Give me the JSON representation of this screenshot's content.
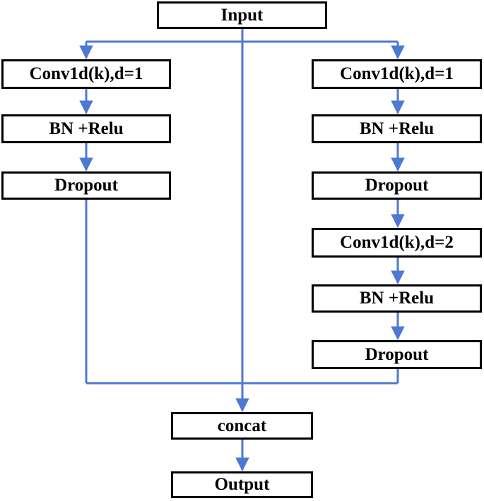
{
  "diagram": {
    "input": "Input",
    "left": [
      "Conv1d(k),d=1",
      "BN +Relu",
      "Dropout"
    ],
    "right": [
      "Conv1d(k),d=1",
      "BN +Relu",
      "Dropout",
      "Conv1d(k),d=2",
      "BN +Relu",
      "Dropout"
    ],
    "concat": "concat",
    "output": "Output",
    "colors": {
      "arrow_blue": "#4E79D3",
      "box_border": "#000000",
      "box_fill": "#FFFFFF",
      "text": "#000000",
      "background": "#FFFFFF"
    }
  }
}
